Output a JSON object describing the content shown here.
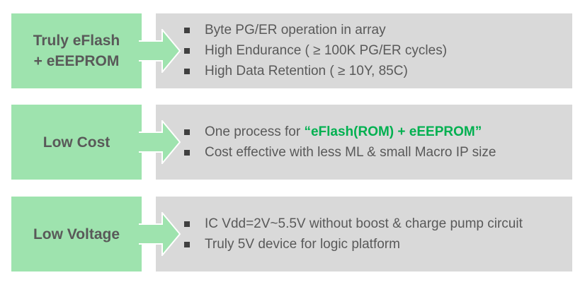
{
  "colors": {
    "label_bg": "#9ee3ae",
    "desc_bg": "#d9d9d9",
    "text": "#595959",
    "highlight": "#00b050"
  },
  "rows": [
    {
      "label_lines": [
        "Truly eFlash",
        "+ eEEPROM"
      ],
      "bullets": [
        {
          "text": "Byte PG/ER operation in array"
        },
        {
          "text": "High Endurance ( ≥ 100K PG/ER cycles)"
        },
        {
          "text": "High Data Retention ( ≥ 10Y, 85C)"
        }
      ]
    },
    {
      "label_lines": [
        "Low Cost"
      ],
      "bullets": [
        {
          "text": "One process for ",
          "highlight": "“eFlash(ROM) + eEEPROM”"
        },
        {
          "text": "Cost effective with less ML & small Macro IP size"
        }
      ]
    },
    {
      "label_lines": [
        "Low Voltage"
      ],
      "bullets": [
        {
          "text": "IC Vdd=2V~5.5V without boost & charge pump circuit"
        },
        {
          "text": "Truly 5V device for logic platform"
        }
      ]
    }
  ]
}
